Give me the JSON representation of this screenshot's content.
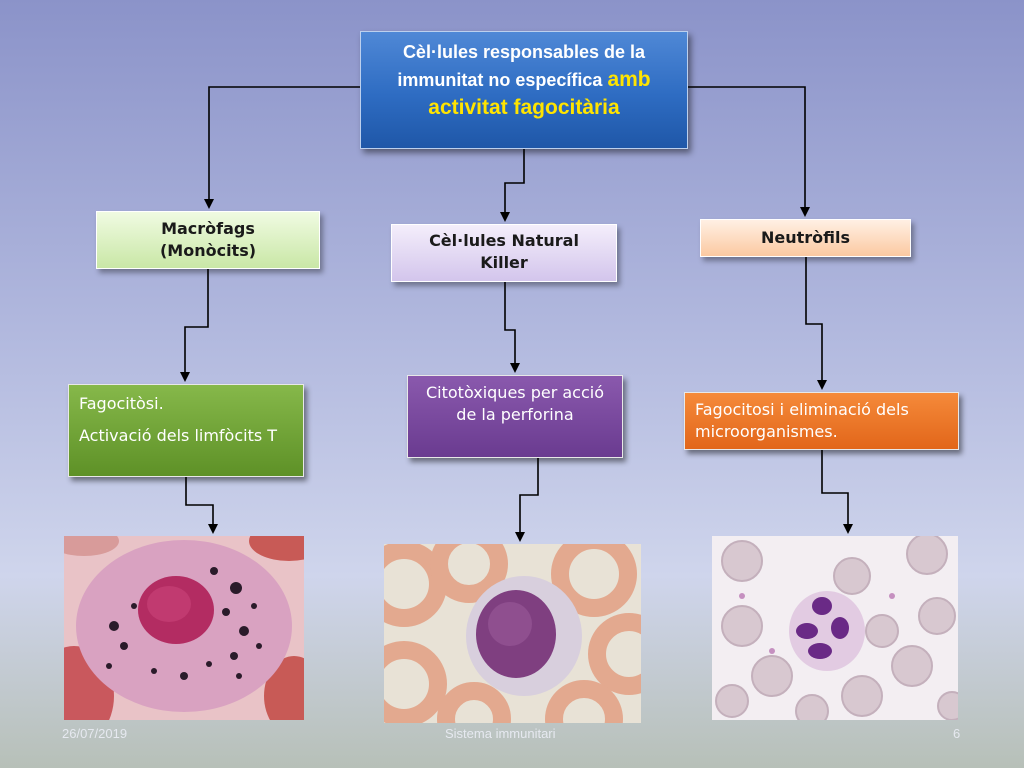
{
  "title": {
    "line1": "Cèl·lules responsables de la",
    "line2_a": "immunitat  no específica ",
    "line2_b": "amb",
    "line3": "activitat fagocitària"
  },
  "categories": {
    "macrophages": {
      "line1": "Macròfags",
      "line2": "(Monòcits)"
    },
    "nk": {
      "line1": "Cèl·lules Natural",
      "line2": "Killer"
    },
    "neutrophils": {
      "label": "Neutròfils"
    }
  },
  "descriptions": {
    "macrophages": {
      "p1": "Fagocitòsi.",
      "p2": "Activació dels limfòcits T"
    },
    "nk": {
      "text": "Citotòxiques per acció de la perforina"
    },
    "neutrophils": {
      "text": "Fagocitosi i eliminació dels microorganismes."
    }
  },
  "footer": {
    "date": "26/07/2019",
    "subject": "Sistema immunitari",
    "page": "6"
  },
  "colors": {
    "title_bg": "#2e6cc2",
    "title_highlight": "#ffe400",
    "macrophage_box": "#c9e7a6",
    "nk_box": "#d3c5ec",
    "neutrophil_box": "#fbc9a1",
    "macrophage_desc": "#6a9f33",
    "nk_desc": "#7a4a9f",
    "neutrophil_desc": "#ec7426"
  }
}
